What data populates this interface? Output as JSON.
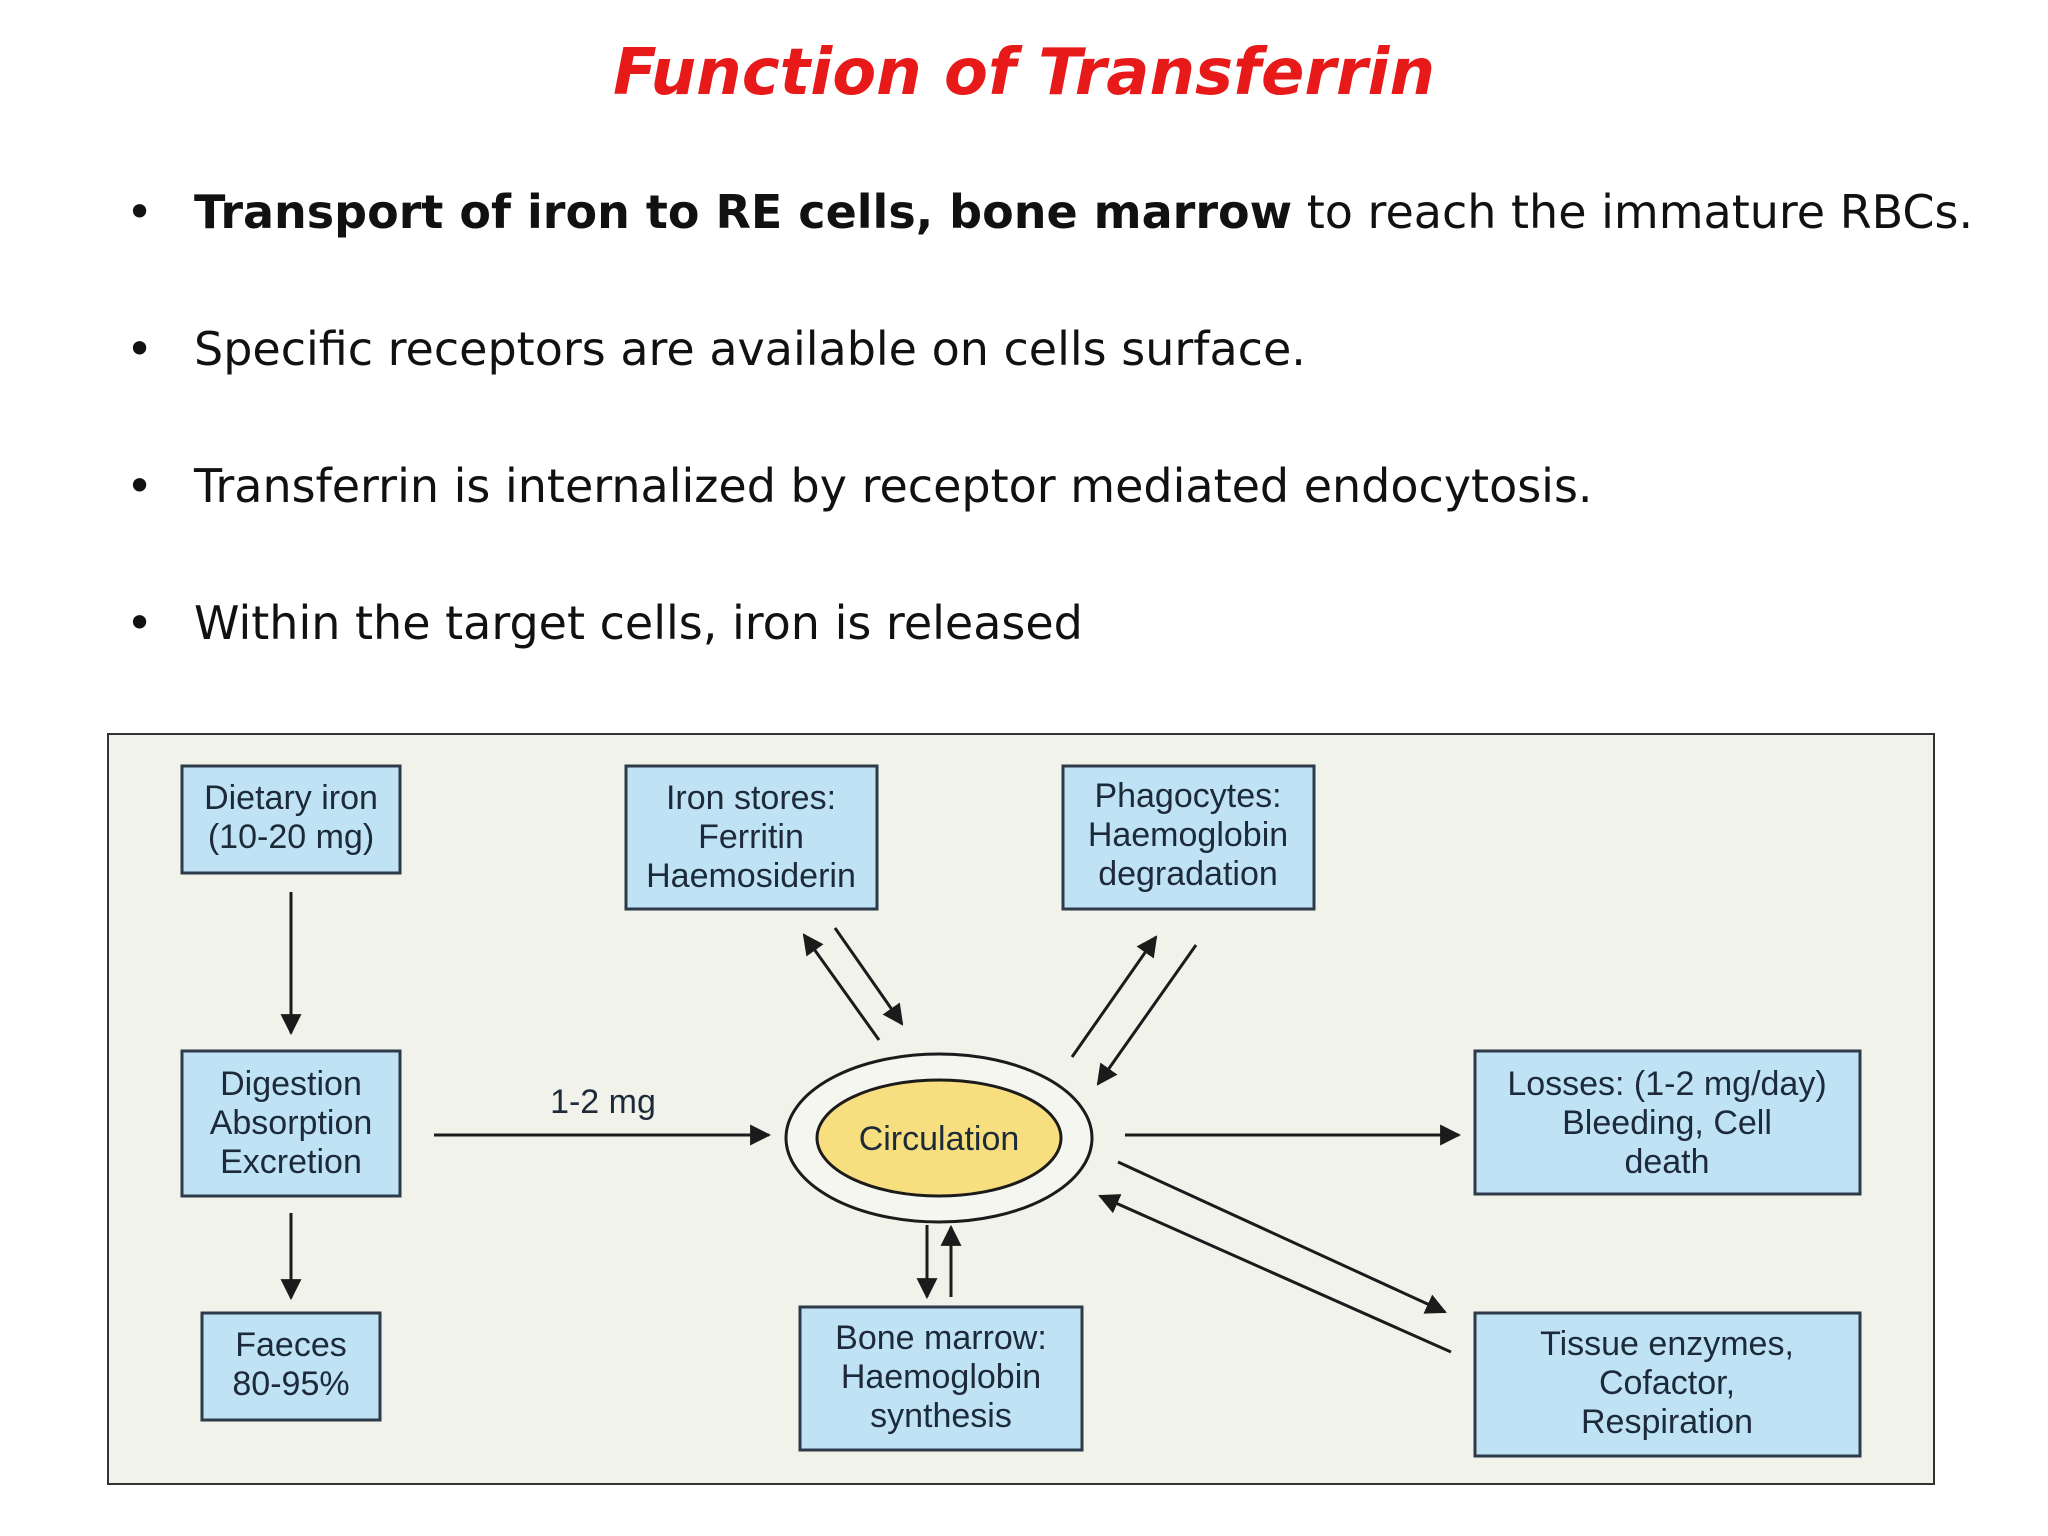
{
  "title": "Function of Transferrin",
  "bullets": [
    {
      "bold": "Transport of iron to RE cells, bone marrow",
      "rest": " to reach the immature  RBCs."
    },
    {
      "bold": "",
      "rest": "Specific receptors are available on cells surface."
    },
    {
      "bold": "",
      "rest": "Transferrin is internalized by receptor mediated endocytosis."
    },
    {
      "bold": "",
      "rest": "Within the target cells, iron is released"
    }
  ],
  "diagram": {
    "dietary_iron": [
      "Dietary iron",
      "(10-20 mg)"
    ],
    "digestion": [
      "Digestion",
      "Absorption",
      "Excretion"
    ],
    "faeces": [
      "Faeces",
      "80-95%"
    ],
    "iron_stores": [
      "Iron stores:",
      "Ferritin",
      "Haemosiderin"
    ],
    "phagocytes": [
      "Phagocytes:",
      "Haemoglobin",
      "degradation"
    ],
    "circulation": "Circulation",
    "bone_marrow": [
      "Bone marrow:",
      "Haemoglobin",
      "synthesis"
    ],
    "losses": [
      "Losses: (1-2 mg/day)",
      "Bleeding, Cell",
      "death"
    ],
    "tissue": [
      "Tissue enzymes,",
      "Cofactor,",
      "Respiration"
    ],
    "absorption_label": "1-2 mg"
  },
  "colors": {
    "title": "#e81919",
    "box_fill": "#bfe3f5",
    "circulation_fill": "#f7df80",
    "diagram_bg": "#f1f3eb"
  }
}
